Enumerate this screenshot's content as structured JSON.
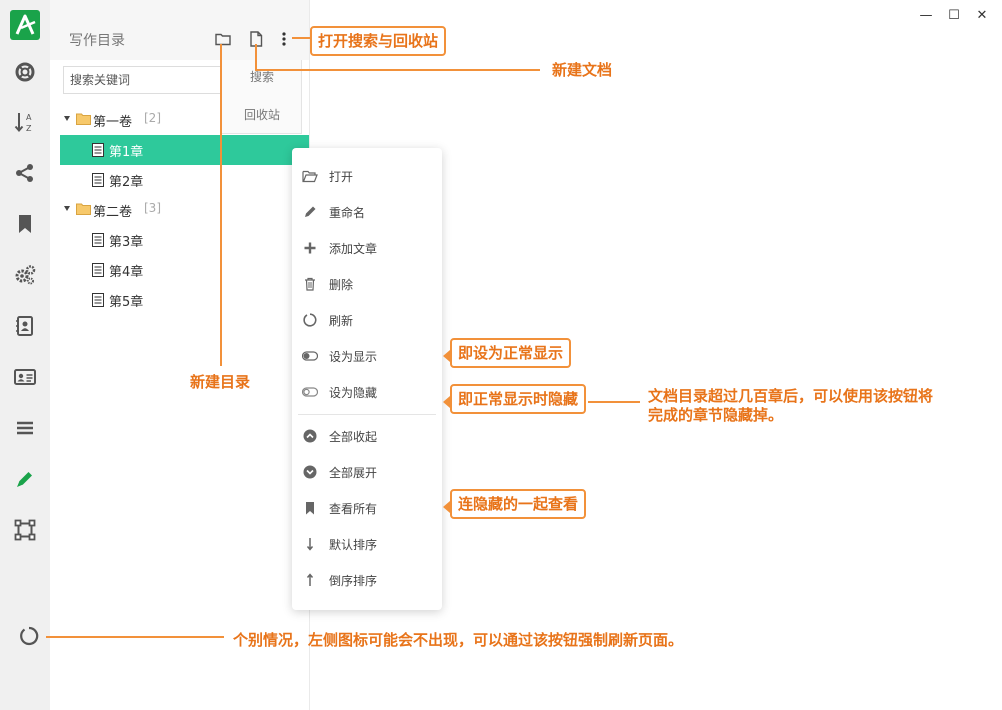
{
  "panel": {
    "title": "写作目录",
    "search_placeholder": "搜索关键词",
    "search_popup": [
      "搜索",
      "回收站"
    ]
  },
  "tree": [
    {
      "type": "volume",
      "label": "第一卷",
      "count": "[2]",
      "expanded": true
    },
    {
      "type": "chapter",
      "label": "第1章",
      "selected": true
    },
    {
      "type": "chapter",
      "label": "第2章"
    },
    {
      "type": "volume",
      "label": "第二卷",
      "count": "[3]",
      "expanded": true
    },
    {
      "type": "chapter",
      "label": "第3章"
    },
    {
      "type": "chapter",
      "label": "第4章"
    },
    {
      "type": "chapter",
      "label": "第5章"
    }
  ],
  "context_menu": [
    {
      "label": "打开",
      "icon": "folder-open-icon"
    },
    {
      "label": "重命名",
      "icon": "pencil-icon"
    },
    {
      "label": "添加文章",
      "icon": "plus-icon"
    },
    {
      "label": "删除",
      "icon": "trash-icon"
    },
    {
      "label": "刷新",
      "icon": "refresh-icon"
    },
    {
      "label": "设为显示",
      "icon": "toggle-on-icon"
    },
    {
      "label": "设为隐藏",
      "icon": "toggle-off-icon"
    },
    {
      "label": "全部收起",
      "icon": "chevron-up-circle-icon"
    },
    {
      "label": "全部展开",
      "icon": "chevron-down-circle-icon"
    },
    {
      "label": "查看所有",
      "icon": "bookmark-icon"
    },
    {
      "label": "默认排序",
      "icon": "arrow-down-icon"
    },
    {
      "label": "倒序排序",
      "icon": "arrow-up-icon"
    }
  ],
  "annotations": {
    "search_recycle": "打开搜索与回收站",
    "new_doc": "新建文档",
    "new_dir": "新建目录",
    "set_show": "即设为正常显示",
    "set_hide": "即正常显示时隐藏",
    "hide_note_1": "文档目录超过几百章后，可以使用该按钮将",
    "hide_note_2": "完成的章节隐藏掉。",
    "view_all": "连隐藏的一起查看",
    "refresh_note": "个别情况，左侧图标可能会不出现，可以通过该按钮强制刷新页面。"
  },
  "colors": {
    "accent_green": "#2ec99b",
    "logo_green": "#1aa34a",
    "annotation_orange": "#f2913a"
  },
  "window_controls": [
    "—",
    "☐",
    "✕"
  ]
}
